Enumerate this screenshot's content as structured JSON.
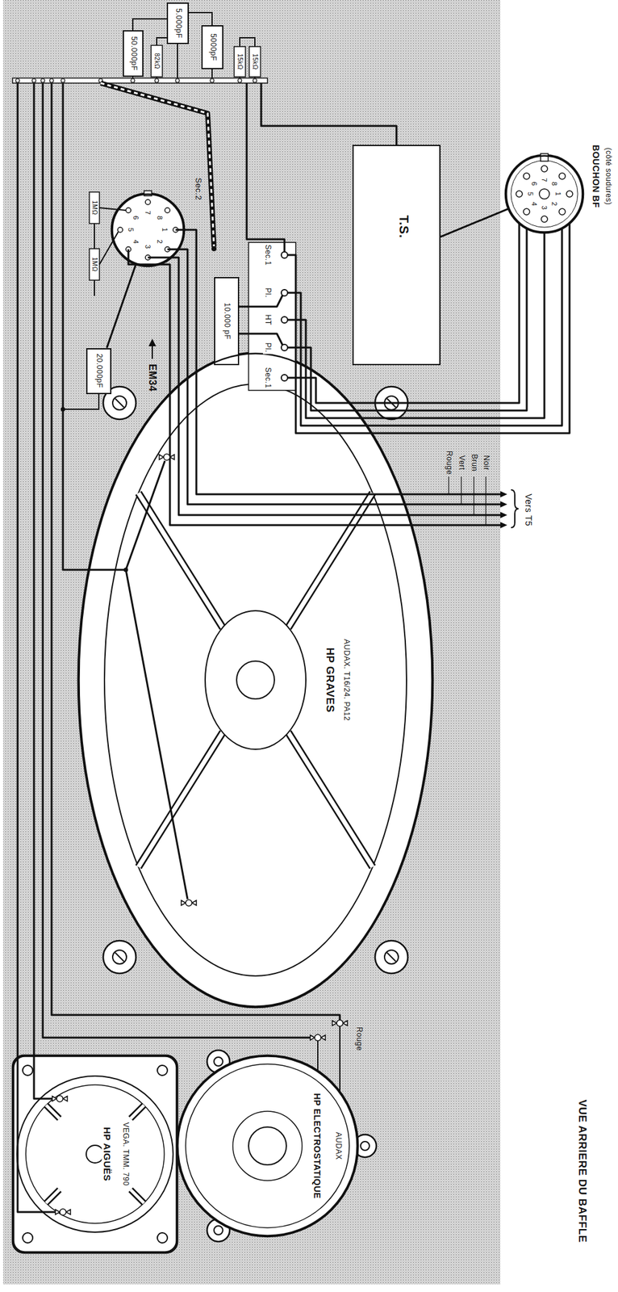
{
  "diagram": {
    "nodes": [
      {
        "text": [
          "5.000pF"
        ]
      },
      {
        "text": [
          "50.000pF"
        ]
      },
      {
        "text": [
          "5000pF"
        ]
      },
      {
        "text": [
          "EM34"
        ]
      },
      {
        "text": [
          "T.S."
        ]
      },
      {
        "text": [
          "10.000 pF"
        ]
      },
      {
        "text": [
          "20.000pF"
        ]
      },
      {
        "text": [
          "BOUCHON BF",
          "(côté soudures)"
        ]
      },
      {
        "text": [
          "HP GRAVES",
          "AUDAX. T16/24. PA12"
        ]
      },
      {
        "text": [
          "HP AIGUËS",
          "VEGA. TMM. 790"
        ]
      },
      {
        "text": [
          "HP ELECTROSTATIQUE",
          "AUDAX"
        ]
      }
    ],
    "edges": [
      {
        "from": 6,
        "to": 3,
        "arrow": "none"
      },
      {
        "from": 4,
        "to": 7,
        "arrow": "none"
      }
    ],
    "labels": [
      "82kΩ",
      "15kΩ",
      "15kΩ",
      "Sec.2",
      "1",
      "2",
      "3",
      "4",
      "5",
      "6",
      "7",
      "8",
      "1MΩ",
      "1MΩ",
      "Sec.1",
      "Pl.",
      "HT",
      "Pl.",
      "Sec.1",
      "1",
      "2",
      "3",
      "4",
      "5",
      "6",
      "7",
      "8",
      "Vers T5",
      "Rouge",
      "Vert",
      "Brun",
      "Noir",
      "Rouge",
      "VUE ARRIERE DU BAFFLE"
    ]
  }
}
